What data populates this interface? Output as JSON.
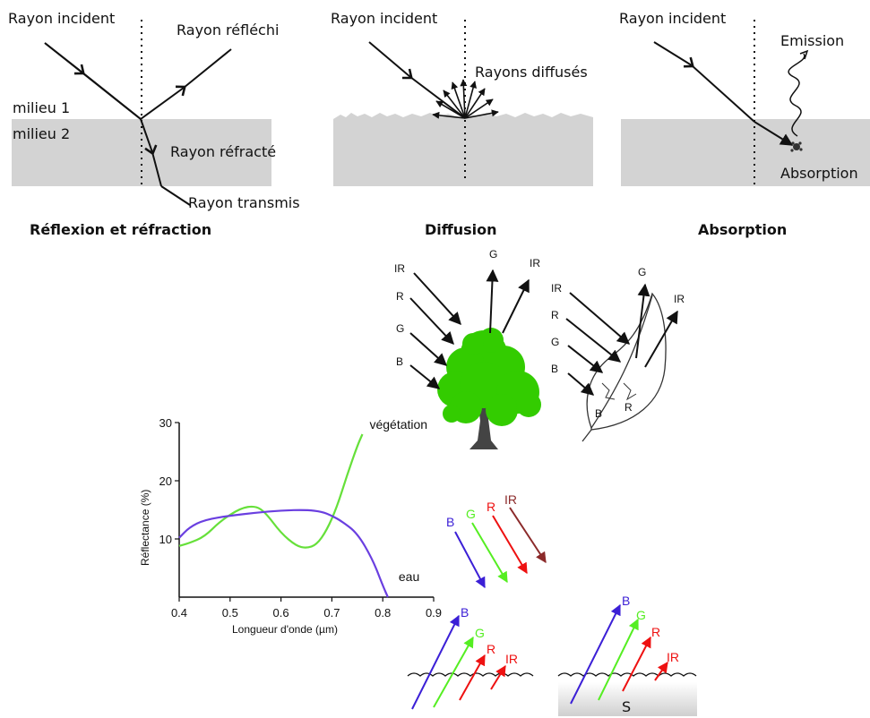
{
  "reflection": {
    "incident": "Rayon incident",
    "reflected": "Rayon réfléchi",
    "medium1": "milieu 1",
    "medium2": "milieu 2",
    "refracted": "Rayon réfracté",
    "transmitted": "Rayon transmis",
    "title": "Réflexion et réfraction"
  },
  "diffusion": {
    "incident": "Rayon incident",
    "diffused": "Rayons diffusés",
    "title": "Diffusion"
  },
  "absorption": {
    "incident": "Rayon incident",
    "emission": "Emission",
    "absorption": "Absorption",
    "title": "Absorption"
  },
  "tree": {
    "incoming_labels": [
      "IR",
      "R",
      "G",
      "B"
    ],
    "out_g": "G",
    "out_ir": "IR"
  },
  "leaf": {
    "incoming_labels": [
      "IR",
      "R",
      "G",
      "B"
    ],
    "out_g": "G",
    "out_ir": "IR",
    "inner_b": "B",
    "inner_r": "R"
  },
  "water_incoming": {
    "labels": [
      "B",
      "G",
      "R",
      "IR"
    ]
  },
  "water_deep": {
    "labels": [
      "B",
      "G",
      "R",
      "IR"
    ]
  },
  "water_shallow": {
    "labels": [
      "B",
      "G",
      "R",
      "IR"
    ],
    "bottom": "S"
  },
  "colors": {
    "blue": "#3b1fd6",
    "green": "#55ee22",
    "red": "#ee1111",
    "darkred": "#8b2a2a",
    "medium": "#d3d3d3",
    "tree_green": "#33cc00"
  },
  "chart_data": {
    "type": "line",
    "xlabel": "Longueur d'onde  (µm)",
    "ylabel": "Réflectance (%)",
    "xlim": [
      0.4,
      0.9
    ],
    "ylim": [
      0,
      30
    ],
    "xticks": [
      "0.4",
      "0.5",
      "0.6",
      "0.7",
      "0.8",
      "0.9"
    ],
    "yticks": [
      "10",
      "20",
      "30"
    ],
    "series": [
      {
        "name": "végétation",
        "color": "#66e03a",
        "x": [
          0.4,
          0.42,
          0.45,
          0.48,
          0.52,
          0.55,
          0.57,
          0.6,
          0.63,
          0.65,
          0.67,
          0.69,
          0.71,
          0.73,
          0.75,
          0.76
        ],
        "y": [
          8.8,
          9.3,
          10.4,
          13.0,
          15.3,
          15.7,
          14.5,
          11.0,
          8.8,
          8.4,
          9.0,
          11.5,
          15.5,
          21.0,
          26.0,
          28.0
        ]
      },
      {
        "name": "eau",
        "color": "#6a3fe0",
        "x": [
          0.4,
          0.42,
          0.45,
          0.5,
          0.55,
          0.6,
          0.65,
          0.68,
          0.7,
          0.72,
          0.75,
          0.78,
          0.8,
          0.81
        ],
        "y": [
          10.2,
          12.0,
          13.3,
          14.0,
          14.5,
          14.9,
          15.0,
          14.7,
          14.0,
          13.0,
          11.0,
          6.5,
          2.0,
          0.0
        ]
      }
    ]
  }
}
